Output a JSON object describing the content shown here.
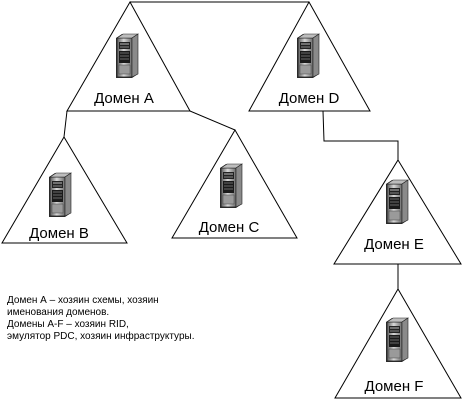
{
  "domains": [
    {
      "id": "A",
      "label": "Домен А"
    },
    {
      "id": "B",
      "label": "Домен B"
    },
    {
      "id": "C",
      "label": "Домен C"
    },
    {
      "id": "D",
      "label": "Домен D"
    },
    {
      "id": "E",
      "label": "Домен E"
    },
    {
      "id": "F",
      "label": "Домен F"
    }
  ],
  "note": {
    "lines": [
      "Домен А – хозяин схемы, хозяин",
      "именования доменов.",
      "Домены A-F – хозяин RID,",
      "эмулятор PDC, хозяин инфраструктуры."
    ]
  },
  "icons": {
    "server": "server-tower-icon"
  }
}
